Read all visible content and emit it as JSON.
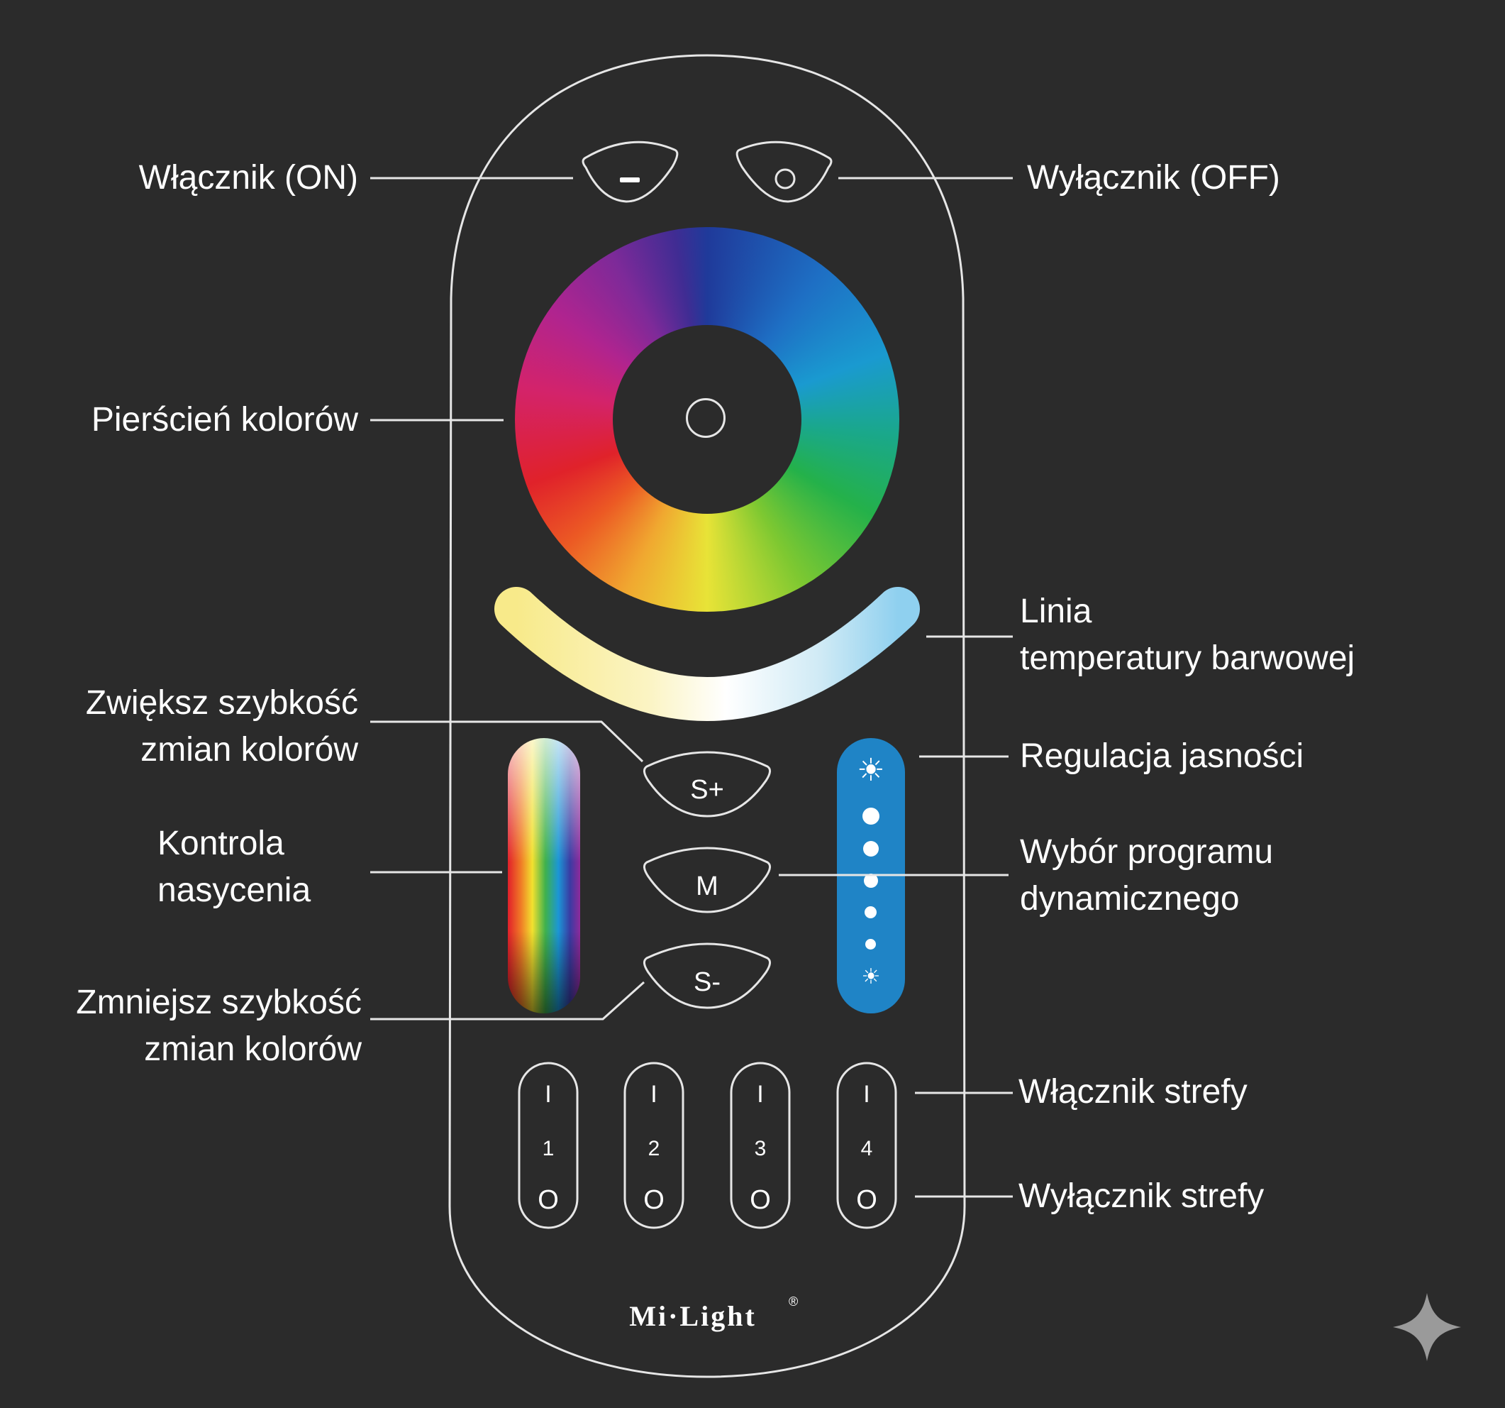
{
  "colors": {
    "background": "#2b2b2b",
    "outline": "#e6e6e6",
    "label": "#ffffff",
    "brightness_bar": "#1f84c6"
  },
  "labels": {
    "on": "Włącznik (ON)",
    "off": "Wyłącznik (OFF)",
    "color_ring": "Pierścień kolorów",
    "color_temp": "Linia\ntemperatury barwowej",
    "speed_up": "Zwiększ szybkość\nzmian kolorów",
    "brightness": "Regulacja jasności",
    "saturation": "Kontrola\nnasycenia",
    "program": "Wybór programu\ndynamicznego",
    "speed_down": "Zmniejsz szybkość\nzmian kolorów",
    "zone_on": "Włącznik strefy",
    "zone_off": "Wyłącznik strefy"
  },
  "buttons": {
    "speed_up": "S+",
    "mode": "M",
    "speed_down": "S-"
  },
  "zones": [
    {
      "on": "I",
      "number": "1",
      "off": "O"
    },
    {
      "on": "I",
      "number": "2",
      "off": "O"
    },
    {
      "on": "I",
      "number": "3",
      "off": "O"
    },
    {
      "on": "I",
      "number": "4",
      "off": "O"
    }
  ],
  "icons": {
    "brightness_high": "sun-icon",
    "brightness_low": "sun-small-icon",
    "corner": "sparkle-icon"
  },
  "brand": {
    "name": "Mi·Light",
    "mark": "®"
  }
}
